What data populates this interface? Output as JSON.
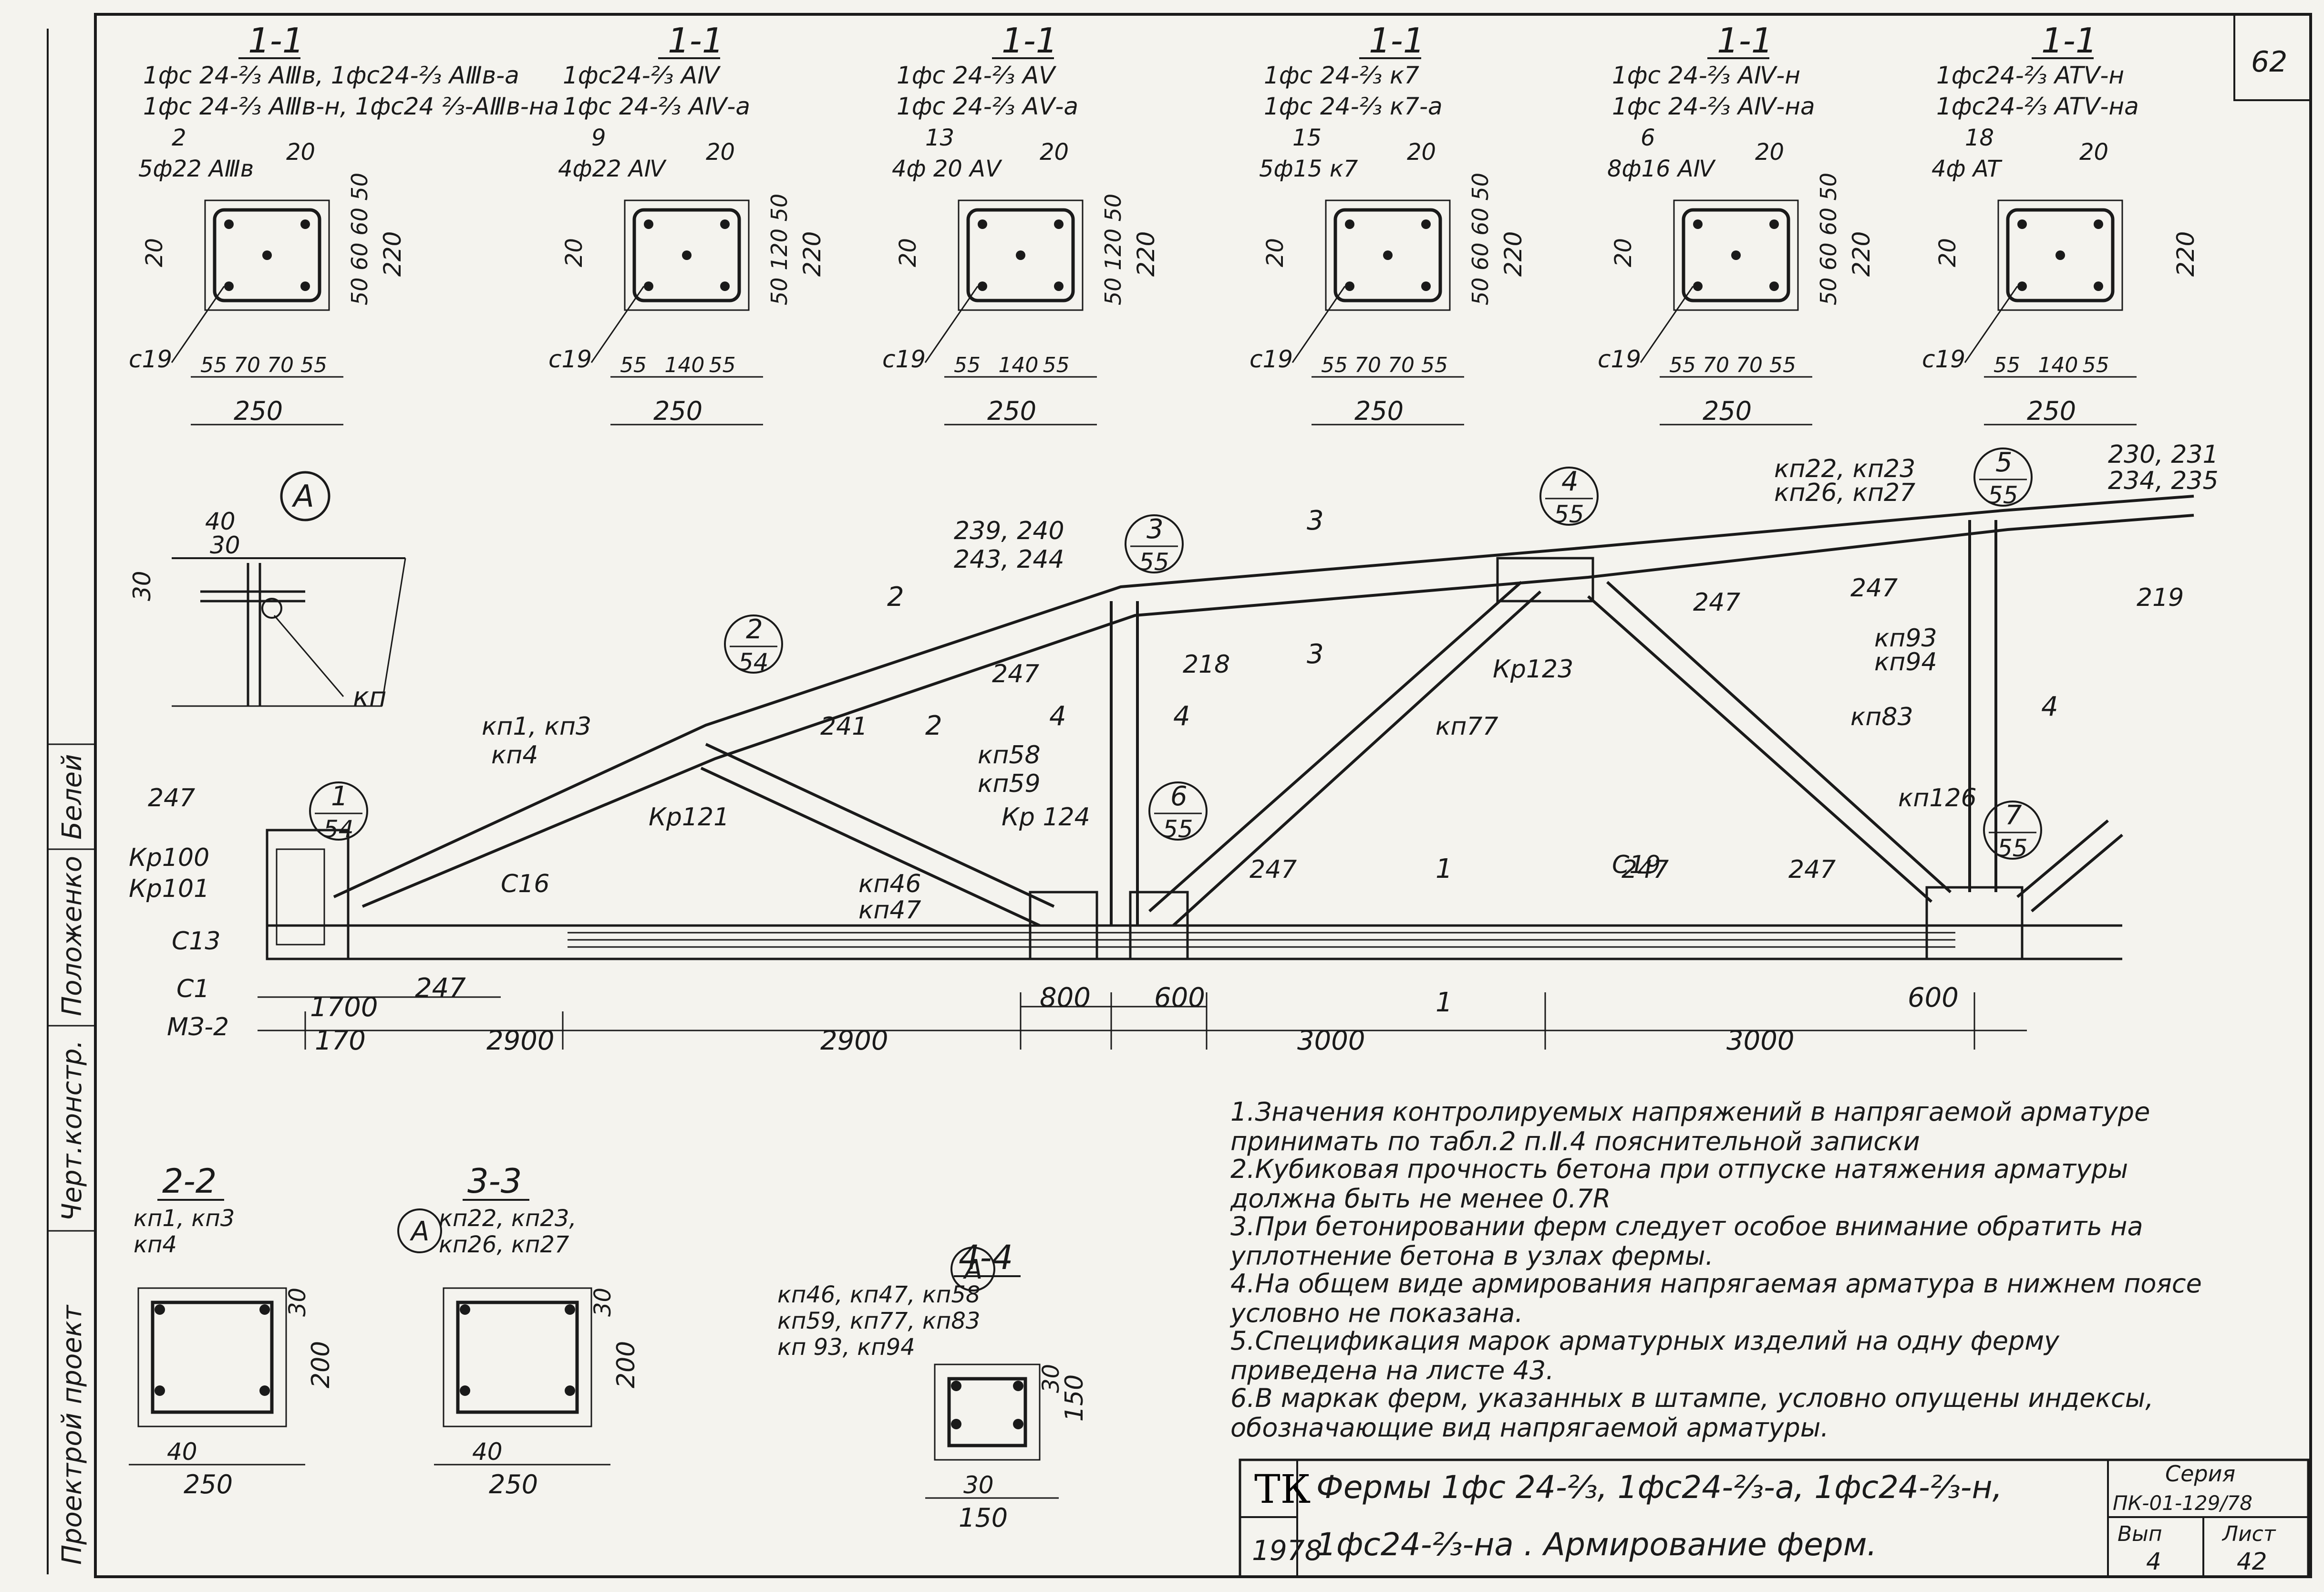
{
  "sheet_number": "62",
  "side_labels": [
    "Проектрой проект",
    "Черт.констр.",
    "Положенко",
    "Белей"
  ],
  "top_sections": [
    {
      "cut": "1-1",
      "marks": [
        "1фс 24-²⁄₃ AⅢв, 1фс24-²⁄₃ AⅢв-a",
        "1фс 24-²⁄₃ AⅢв-н, 1фс24 ²⁄₃-AⅢв-нa"
      ],
      "bar_no": "2",
      "bars": "5ф22 AⅢв",
      "dims_bottom": [
        "55",
        "70",
        "70",
        "55"
      ],
      "width": "250",
      "height": "220",
      "side_dims": "50 60 60 50",
      "left_dim": "20",
      "top_dim": "20",
      "stirrup": "c19"
    },
    {
      "cut": "1-1",
      "marks": [
        "1фс24-²⁄₃ AⅣ",
        "1фс 24-²⁄₃ AⅣ-a"
      ],
      "bar_no": "9",
      "bars": "4ф22 AⅣ",
      "dims_bottom": [
        "55",
        "140",
        "55"
      ],
      "width": "250",
      "height": "220",
      "side_dims": "50 120 50",
      "left_dim": "20",
      "top_dim": "20",
      "stirrup": "c19"
    },
    {
      "cut": "1-1",
      "marks": [
        "1фс 24-²⁄₃ AⅤ",
        "1фс 24-²⁄₃ AⅤ-a"
      ],
      "bar_no": "13",
      "bars": "4ф 20 AⅤ",
      "dims_bottom": [
        "55",
        "140",
        "55"
      ],
      "width": "250",
      "height": "220",
      "side_dims": "50 120 50",
      "left_dim": "20",
      "top_dim": "20",
      "stirrup": "c19"
    },
    {
      "cut": "1-1",
      "marks": [
        "1фс 24-²⁄₃ к7",
        "1фс 24-²⁄₃ к7-a"
      ],
      "bar_no": "15",
      "bars": "5ф15 к7",
      "dims_bottom": [
        "55",
        "70",
        "70",
        "55"
      ],
      "width": "250",
      "height": "220",
      "side_dims": "50 60 60 50",
      "left_dim": "20",
      "top_dim": "20",
      "stirrup": "c19"
    },
    {
      "cut": "1-1",
      "marks": [
        "1фс 24-²⁄₃ AⅣ-н",
        "1фс 24-²⁄₃ AⅣ-нa"
      ],
      "bar_no": "6",
      "bars": "8ф16 AⅣ",
      "dims_bottom": [
        "55",
        "70",
        "70",
        "55"
      ],
      "width": "250",
      "height": "220",
      "side_dims": "50 60 60 50",
      "left_dim": "20",
      "top_dim": "20",
      "stirrup": "c19"
    },
    {
      "cut": "1-1",
      "marks": [
        "1фс24-²⁄₃ ATⅤ-н",
        "1фс24-²⁄₃ ATⅤ-нa"
      ],
      "bar_no": "18",
      "bars": "4ф AT",
      "dims_bottom": [
        "55",
        "140",
        "55"
      ],
      "width": "250",
      "height": "220",
      "side_dims": "",
      "left_dim": "20",
      "top_dim": "20",
      "stirrup": "c19"
    }
  ],
  "detail_a": {
    "tag": "A",
    "dim_top": "40",
    "dim_inner": "30",
    "dim_side": "30",
    "label": "кп"
  },
  "truss": {
    "nodes": [
      {
        "tag": "1",
        "sheet": "54"
      },
      {
        "tag": "2",
        "sheet": "54"
      },
      {
        "tag": "3",
        "sheet": "55"
      },
      {
        "tag": "4",
        "sheet": "55"
      },
      {
        "tag": "5",
        "sheet": "55"
      },
      {
        "tag": "6",
        "sheet": "55"
      },
      {
        "tag": "7",
        "sheet": "55"
      }
    ],
    "labels": {
      "kp1": "кп1, кп3",
      "kp4": "кп4",
      "l247a": "247",
      "kp100": "Кр100",
      "kp101": "Кр101",
      "c13": "С13",
      "c1": "С1",
      "mz2": "МЗ-2",
      "c16": "С16",
      "kp121": "Кр121",
      "l241": "241",
      "l247b": "247",
      "kp58": "кп58",
      "kp59": "кп59",
      "kp124": "Кр 124",
      "kp46": "кп46",
      "kp47": "кп47",
      "l239": "239, 240",
      "l243": "243, 244",
      "l218": "218",
      "kp123": "Кр123",
      "kp77": "кп77",
      "l247c": "247",
      "l247d": "247",
      "c19": "С19",
      "l247e": "247",
      "kp22": "кп22, кп23",
      "kp26": "кп26, кп27",
      "l230": "230, 231",
      "l234": "234, 235",
      "l219": "219",
      "l247f": "247",
      "kp93": "кп93",
      "kp94": "кп94",
      "kp83": "кп83",
      "kp126": "кп126",
      "l247g": "247"
    },
    "cuts": [
      "1",
      "2",
      "3",
      "4"
    ],
    "dims": {
      "d170": "170",
      "d1700": "1700",
      "d247": "247",
      "d2900a": "2900",
      "d2900b": "2900",
      "d800": "800",
      "d600": "600",
      "d3000a": "3000",
      "d3000b": "3000",
      "d600b": "600"
    }
  },
  "bottom_sections": [
    {
      "cut": "2-2",
      "marks": [
        "кп1, кп3",
        "кп4"
      ],
      "dim_in": "40",
      "width": "250",
      "height": "200",
      "side": "30"
    },
    {
      "cut": "3-3",
      "marks": [
        "кп22, кп23,",
        "кп26, кп27"
      ],
      "dim_in": "40",
      "width": "250",
      "height": "200",
      "side": "30",
      "tag": "A"
    },
    {
      "cut": "4-4",
      "marks": [
        "кп46, кп47, кп58",
        "кп59, кп77, кп83",
        "кп 93, кп94"
      ],
      "dim_in": "30",
      "width": "150",
      "height": "150",
      "side": "30",
      "tag": "A"
    }
  ],
  "notes": [
    "1.Значения контролируемых напряжений в напрягаемой арматуре принимать по табл.2 п.Ⅱ.4 пояснительной записки",
    "2.Кубиковая прочность бетона при отпуске натяжения арматуры должна быть не менее 0.7R",
    "3.При бетонировании ферм следует особое внимание обратить на уплотнение бетона в узлах фермы.",
    "4.На общем виде армирования напрягаемая арматура в нижнем поясе условно не показана.",
    "5.Спецификация марок арматурных изделий на одну ферму приведена на листе 43.",
    "6.В маркак ферм, указанных в штампе, условно опущены индексы, обозначающие вид напрягаемой арматуры."
  ],
  "stamp": {
    "org": "ТК",
    "year": "1978",
    "title_line1": "Фермы 1фс 24-²⁄₃, 1фс24-²⁄₃-a, 1фс24-²⁄₃-н,",
    "title_line2": "1фс24-²⁄₃-нa . Армирование ферм.",
    "series_label": "Серия",
    "series_value": "ПК-01-129/78",
    "issue_label": "Вып",
    "issue_value": "4",
    "sheet_label": "Лист",
    "sheet_value": "42"
  }
}
